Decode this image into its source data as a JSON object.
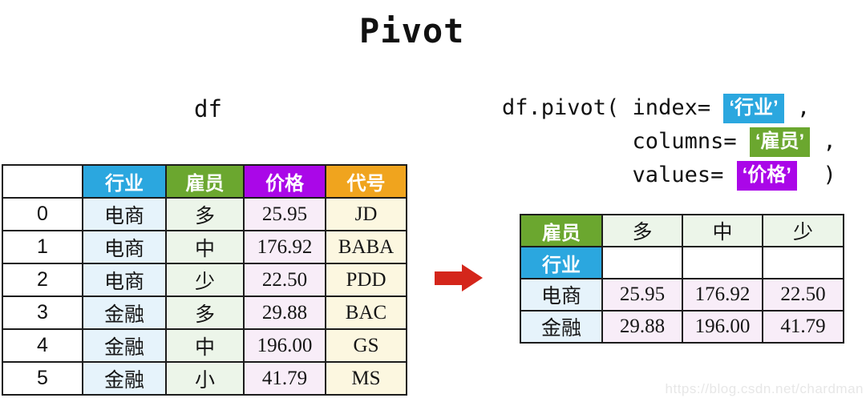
{
  "title": "Pivot",
  "dataframe_label": "df",
  "code": {
    "line1_prefix": "df.pivot( index= ",
    "line1_chip": "‘行业’",
    "line1_suffix": " ,",
    "line2_prefix": "          columns= ",
    "line2_chip": "‘雇员’",
    "line2_suffix": " ,",
    "line3_prefix": "          values= ",
    "line3_chip": "‘价格’",
    "line3_suffix": "  )"
  },
  "source_table": {
    "headers": [
      "",
      "行业",
      "雇员",
      "价格",
      "代号"
    ],
    "rows": [
      [
        "0",
        "电商",
        "多",
        "25.95",
        "JD"
      ],
      [
        "1",
        "电商",
        "中",
        "176.92",
        "BABA"
      ],
      [
        "2",
        "电商",
        "少",
        "22.50",
        "PDD"
      ],
      [
        "3",
        "金融",
        "多",
        "29.88",
        "BAC"
      ],
      [
        "4",
        "金融",
        "中",
        "196.00",
        "GS"
      ],
      [
        "5",
        "金融",
        "小",
        "41.79",
        "MS"
      ]
    ]
  },
  "pivot_table": {
    "col_axis_label": "雇员",
    "row_axis_label": "行业",
    "col_headers": [
      "多",
      "中",
      "少"
    ],
    "rows": [
      [
        "电商",
        "25.95",
        "176.92",
        "22.50"
      ],
      [
        "金融",
        "29.88",
        "196.00",
        "41.79"
      ]
    ]
  },
  "watermark": "https://blog.csdn.net/chardman",
  "colors": {
    "header_blue": "#2BA7DF",
    "header_green": "#6BA72F",
    "header_purple": "#AA07E8",
    "header_orange": "#F0A41E",
    "tint_blue": "#E6F3FB",
    "tint_green": "#ECF5E9",
    "tint_purple": "#F8EDF8",
    "tint_cream": "#FCF7E0",
    "arrow_red": "#D4261B",
    "border_dark": "#1C1C1C"
  }
}
